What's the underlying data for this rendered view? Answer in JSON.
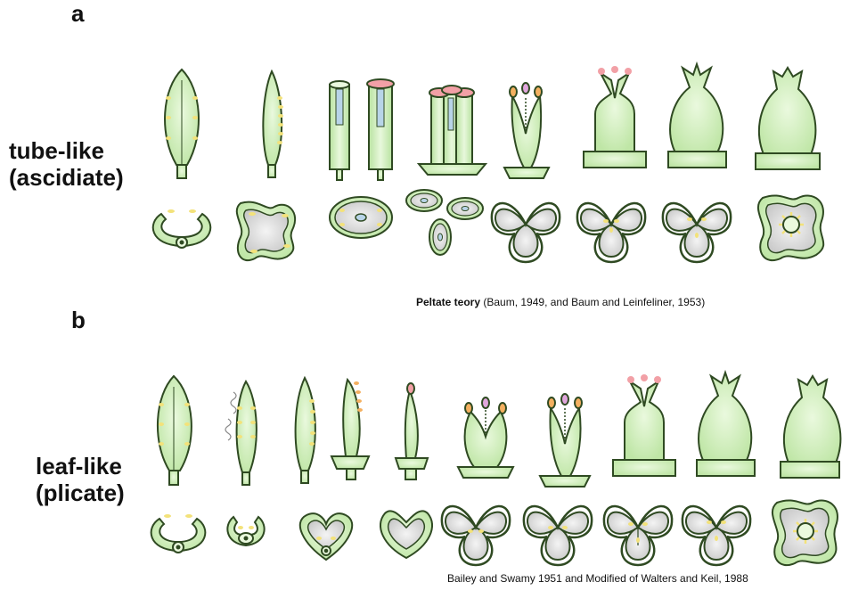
{
  "panel_a": {
    "letter": "a",
    "label_line1": "tube-like",
    "label_line2": "(ascidiate)",
    "caption_bold": "Peltate teory",
    "caption_rest": " (Baum, 1949,  and Baum and Leinfeliner, 1953)"
  },
  "panel_b": {
    "letter": "b",
    "label_line1": "leaf-like",
    "label_line2": "(plicate)",
    "caption": "Bailey and  Swamy 1951  and  Modified of Walters and Keil, 1988"
  },
  "colors": {
    "tissue_fill": "#cdeeb8",
    "tissue_stroke": "#2f4a22",
    "ovule": "#f3e27a",
    "locule": "#d8d8d8",
    "stigma_pink": "#f2a0a6",
    "stigma_orange": "#f4b060"
  }
}
